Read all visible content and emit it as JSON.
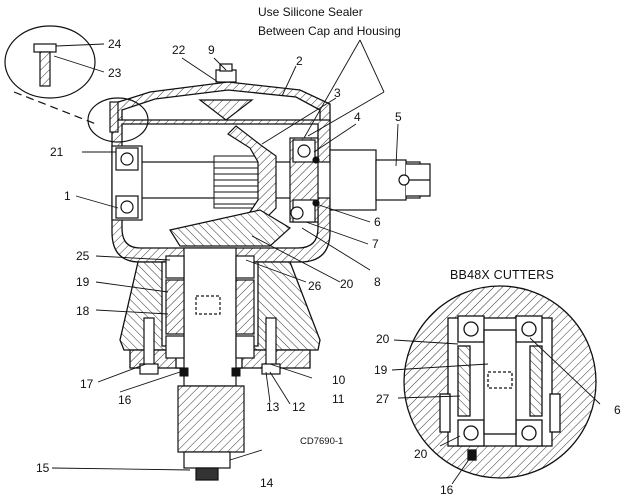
{
  "diagram": {
    "note_line1": "Use Silicone Sealer",
    "note_line2": "Between Cap and Housing",
    "inset_title": "BB48X CUTTERS",
    "figure_code": "CD7690-1",
    "callouts": {
      "c1": "1",
      "c2": "2",
      "c3": "3",
      "c4": "4",
      "c5": "5",
      "c6": "6",
      "c7": "7",
      "c8": "8",
      "c9": "9",
      "c10": "10",
      "c11": "11",
      "c12": "12",
      "c13": "13",
      "c14": "14",
      "c15": "15",
      "c16": "16",
      "c17": "17",
      "c18": "18",
      "c19": "19",
      "c20": "20",
      "c21": "21",
      "c22": "22",
      "c23": "23",
      "c24": "24",
      "c25": "25",
      "c26": "26"
    },
    "inset_callouts": {
      "c20a": "20",
      "c19": "19",
      "c27": "27",
      "c20b": "20",
      "c16": "16",
      "c6": "6"
    }
  }
}
